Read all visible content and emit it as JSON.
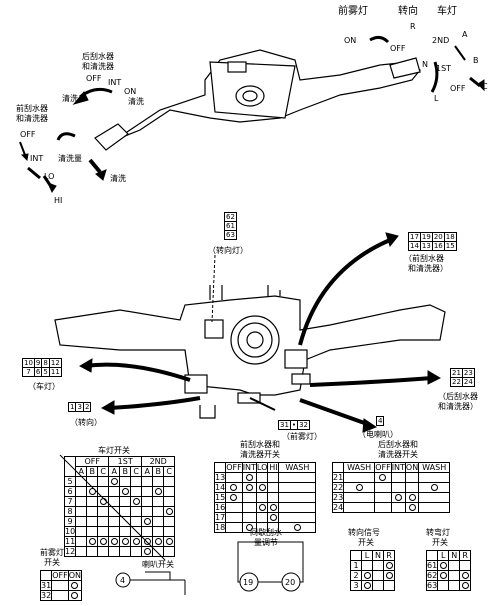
{
  "top": {
    "front_fog": "前雾灯",
    "turn": "转向",
    "headlamp": "车灯",
    "on": "ON",
    "off": "OFF",
    "r": "R",
    "l": "L",
    "second": "2ND",
    "first": "1ST",
    "a": "A",
    "b": "B",
    "c": "C",
    "n": "N",
    "off2": "OFF",
    "rear_wiper_l1": "后刮水器",
    "rear_wiper_l2": "和清洗器",
    "rw_off": "OFF",
    "rw_int": "INT",
    "rw_on": "ON",
    "rw_wash_left": "清洗",
    "rw_wash_right": "清洗",
    "front_wiper_l1": "前刮水器",
    "front_wiper_l2": "和清洗器",
    "fw_off": "OFF",
    "fw_int": "INT",
    "fw_lo": "LO",
    "fw_hi": "HI",
    "wash_amount": "清洗量",
    "wash": "清洗"
  },
  "middle": {
    "turn_lamp_conn": [
      "62",
      "61",
      "63"
    ],
    "turn_lamp": "（转向灯）",
    "front_wiper_conn_r1": [
      "17",
      "19",
      "20",
      "18"
    ],
    "front_wiper_conn_r2": [
      "14",
      "13",
      "16",
      "15"
    ],
    "front_wiper_label_l1": "（前刮水器",
    "front_wiper_label_l2": "和清洗器）",
    "headlamp_conn_r1": [
      "10",
      "9",
      "8",
      "12"
    ],
    "headlamp_conn_r2": [
      "7",
      "6",
      "5",
      "11"
    ],
    "headlamp_label": "（车灯）",
    "turn_conn": [
      "1",
      "3",
      "2"
    ],
    "turn_label": "（转向）",
    "fog_conn": [
      "31",
      "32"
    ],
    "fog_label": "（前雾灯）",
    "horn_conn": "4",
    "horn_label": "（电喇叭）",
    "rear_wiper_conn_r1": [
      "21",
      "23"
    ],
    "rear_wiper_conn_r2": [
      "22",
      "24"
    ],
    "rear_wiper_label_l1": "（后刮水器",
    "rear_wiper_label_l2": "和清洗器）"
  },
  "tables": {
    "headlamp_title": "车灯开关",
    "headlamp_head1": [
      "OFF",
      "1ST",
      "2ND"
    ],
    "headlamp_head2": [
      "A",
      "B",
      "C",
      "A",
      "B",
      "C",
      "A",
      "B",
      "C"
    ],
    "headlamp_rows": [
      "5",
      "6",
      "7",
      "8",
      "9",
      "10",
      "11",
      "12"
    ],
    "front_wiper_title_l1": "前刮水器和",
    "front_wiper_title_l2": "清洗器开关",
    "front_wiper_head": [
      "OFF",
      "INT",
      "LO",
      "HI",
      "WASH"
    ],
    "front_wiper_rows": [
      "13",
      "14",
      "15",
      "16",
      "17",
      "18"
    ],
    "rear_wiper_title_l1": "后刮水器和",
    "rear_wiper_title_l2": "清洗器开关",
    "rear_wiper_head": [
      "WASH",
      "OFF",
      "INT",
      "ON",
      "WASH"
    ],
    "rear_wiper_rows": [
      "21",
      "22",
      "23",
      "24"
    ],
    "int_wiper_l1": "间歇刮水",
    "int_wiper_l2": "量调节",
    "int_wiper_t1": "19",
    "int_wiper_t2": "20",
    "turn_sig_l1": "转向信号",
    "turn_sig_l2": "开关",
    "turn_sig_head": [
      "L",
      "N",
      "R"
    ],
    "turn_sig_rows": [
      "1",
      "2",
      "3"
    ],
    "corner_l1": "转弯灯",
    "corner_l2": "开关",
    "corner_head": [
      "L",
      "N",
      "R"
    ],
    "corner_rows": [
      "61",
      "62",
      "63"
    ],
    "fog_title_l1": "前雾灯",
    "fog_title_l2": "开关",
    "fog_head": [
      "OFF",
      "ON"
    ],
    "fog_rows": [
      "31",
      "32"
    ],
    "horn_title": "喇叭开关",
    "horn_terminal": "4"
  }
}
